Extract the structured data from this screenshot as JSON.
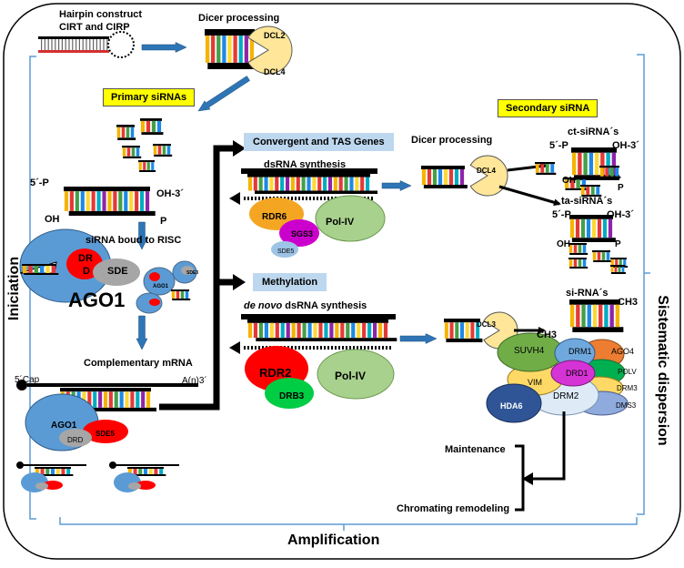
{
  "texts": {
    "hairpin": "Hairpin construct\nCIRT and CIRP",
    "dicer_top": "Dicer processing",
    "dcl2": "DCL2",
    "dcl4_top": "DCL4",
    "primary": "Primary siRNAs",
    "p5_1": "5´-P",
    "oh3_1": "OH-3´",
    "oh_1": "OH",
    "p_1": "P",
    "risc": "siRNA boud to RISC",
    "dr": "DR",
    "d": "D",
    "sde": "SDE",
    "ago1_big": "AGO1",
    "ago1_small": "AGO1",
    "sde3_small": "SDE3",
    "comp_mrna": "Complementary mRNA",
    "cap5": "5´Cap",
    "an3": "A(n)3´",
    "ago1_mid": "AGO1",
    "sde5_mid": "SDE5",
    "drd_mid": "DRD",
    "conv": "Convergent and TAS Genes",
    "dsrna": "dsRNA synthesis",
    "rdr6": "RDR6",
    "sgs3": "SGS3",
    "sde5": "SDE5",
    "pol4_a": "Pol-IV",
    "methyl": "Methylation",
    "denovo_em": "de novo",
    "denovo_rest": " dsRNA synthesis",
    "rdr2": "RDR2",
    "drb3": "DRB3",
    "pol4_b": "Pol-IV",
    "dicer_mid": "Dicer processing",
    "dcl4_mid": "DCL4",
    "dcl3": "DCL3",
    "secondary": "Secondary siRNA",
    "ct": "ct-siRNA´s",
    "p5_2": "5´-P",
    "oh3_2": "OH-3´",
    "oh_2": "OH",
    "p_2": "P",
    "ta": "ta-siRNA´s",
    "p5_3": "5´-P",
    "oh3_3": "OH-3´",
    "oh_3": "OH",
    "p_3": "P",
    "si": "si-RNA´s",
    "ch3_a": "CH3",
    "ch3_b": "CH3",
    "suvh4": "SUVH4",
    "drm1": "DRM1",
    "ago4": "AGO4",
    "polv": "POLV",
    "drd1": "DRD1",
    "vim": "VIM",
    "drm3": "DRM3",
    "drm2": "DRM2",
    "hda6": "HDA6",
    "dms3": "DMS3",
    "maintenance": "Maintenance",
    "chromating": "Chromating remodeling",
    "iniciation": "Iniciation",
    "amplification": "Amplification",
    "sistematic": "Sistematic dispersion"
  },
  "colors": {
    "arrow_blue": "#2e75b6",
    "bracket_blue": "#5b9bd5",
    "dicer": "#ffe699",
    "ago_blue": "#5b9bd5",
    "sde_grey": "#a6a6a6",
    "red": "#ff0000",
    "orange": "#f4a623",
    "magenta": "#cc00cc",
    "light_blue": "#9dc3e6",
    "pol_green": "#a9d18e",
    "drb3_green": "#00cc44",
    "suvh4_green": "#70ad47",
    "drm1_blue": "#6fa8dc",
    "ago4_orange": "#ed7d31",
    "polv_green": "#00b050",
    "drd1_magenta": "#d633d6",
    "vim_yellow": "#ffd966",
    "drm3_yellow": "#ffd966",
    "drm2_lightblue": "#deebf7",
    "hda6_navy": "#2f5597",
    "dms3_blue": "#8faadc",
    "yellow_tag": "#ffff00",
    "blue_tag": "#bdd7ee"
  },
  "icons": [
    "dicer-pacman-icon",
    "hairpin-rna-icon",
    "sirna-duplex-icon",
    "curved-arrow-icon"
  ]
}
